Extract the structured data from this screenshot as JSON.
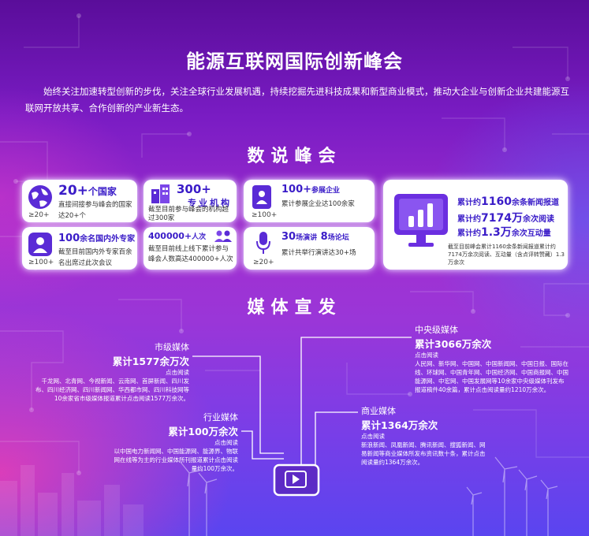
{
  "title": "能源互联网国际创新峰会",
  "intro": "始终关注加速转型创新的步伐，关注全球行业发展机遇，持续挖掘先进科技成果和新型商业模式，推动大企业与创新企业共建能源互联网开放共享、合作创新的产业新生态。",
  "stats_title": "数说峰会",
  "stats": {
    "countries": {
      "num": "20+",
      "unit": "个国家",
      "desc": "直接间接参与峰会的国家达20+个",
      "geq": "≥20+"
    },
    "experts": {
      "num": "100",
      "unit": "余名国内外专家",
      "desc": "截至目前国内外专家百余名出席过此次会议",
      "geq": "≥100+"
    },
    "institutions": {
      "num": "300+",
      "unit": "专业机构",
      "desc": "截至目前参与峰会的机构超过300家"
    },
    "attendees": {
      "num": "400000+",
      "unit": "人次",
      "desc": "截至目前线上线下累计参与峰会人数高达400000+人次"
    },
    "companies": {
      "num": "100+",
      "unit": "参展企业",
      "desc": "累计参展企业达100余家",
      "geq": "≥100+"
    },
    "speeches": {
      "a": "30",
      "a_unit": "场演讲",
      "b": "8",
      "b_unit": "场论坛",
      "desc": "累计共举行演讲达30+场",
      "geq": "≥20+"
    },
    "news": {
      "l1a": "累计约",
      "l1b": "1160",
      "l1c": "余条新闻报道",
      "l2a": "累计约",
      "l2b": "7174万",
      "l2c": "余次阅读",
      "l3a": "累计约",
      "l3b": "1.3万",
      "l3c": "余次互动量",
      "desc": "截至目前峰会累计1160余条新闻报道累计约7174万余次阅读、互动量（含点评转赞藏）1.3万余次"
    }
  },
  "media_title": "媒体宣发",
  "media": {
    "city": {
      "label": "市级媒体",
      "total": "累计1577余万次",
      "sub": "点击阅读",
      "body": "千龙网、北青网、今视新闻、云南网、首屏新闻、四川发布、四川经济网、四川新闻网、华西都市网、四川科技网等10余家省市级媒体报道累计点击阅读1577万余次。"
    },
    "industry": {
      "label": "行业媒体",
      "total": "累计100万余次",
      "sub": "点击阅读",
      "body": "以中国电力新闻网、中国能源网、能源界、物联网在线等为主的行业媒体所刊报道累计点击阅读量约100万余次。"
    },
    "central": {
      "label": "中央级媒体",
      "total": "累计3066万余次",
      "sub": "点击阅读",
      "body": "人民网、新华网、中国网、中国新闻网、中国日报、国际在线、环球网、中国青年网、中国经济网、中国商报网、中国能源网、中宏网、中国发展网等10余家中央级媒体刊发布报道稿件40余篇，累计点击阅读量约1210万余次。"
    },
    "commercial": {
      "label": "商业媒体",
      "total": "累计1364万余次",
      "sub": "点击阅读",
      "body": "新浪新闻、凤凰新闻、腾讯新闻、搜狐新闻、网易新闻等商业媒体所发布资讯数十条，累计点击阅读量约1364万余次。"
    }
  },
  "colors": {
    "accent": "#3a1cc8",
    "bg_top": "#5a0d9a",
    "bg_bottom": "#5a45f0"
  }
}
